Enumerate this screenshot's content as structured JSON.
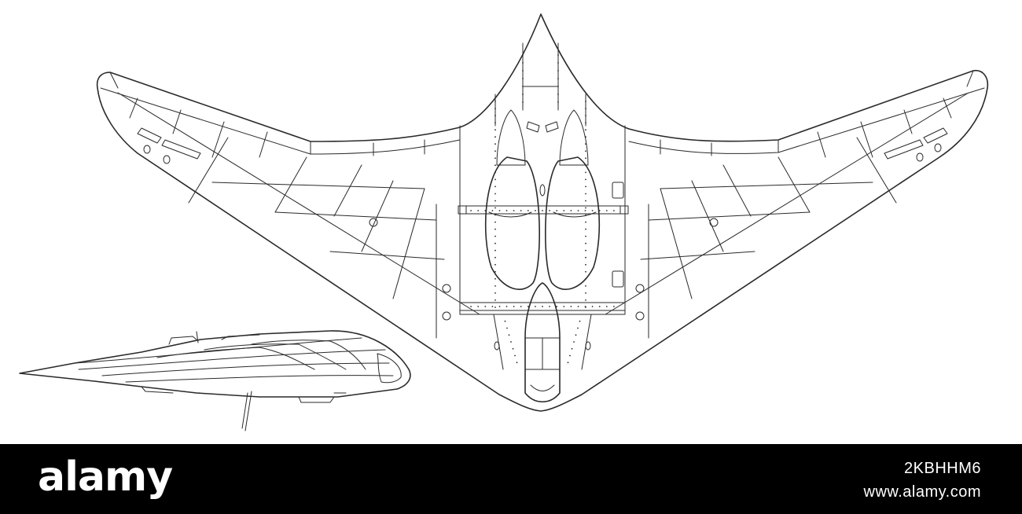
{
  "watermark": {
    "brand": "alamy",
    "image_id": "2KBHHM6",
    "url": "www.alamy.com"
  },
  "colors": {
    "background": "#ffffff",
    "line": "#2a2a2a",
    "footer": "#000000",
    "footer_text": "#ffffff"
  }
}
